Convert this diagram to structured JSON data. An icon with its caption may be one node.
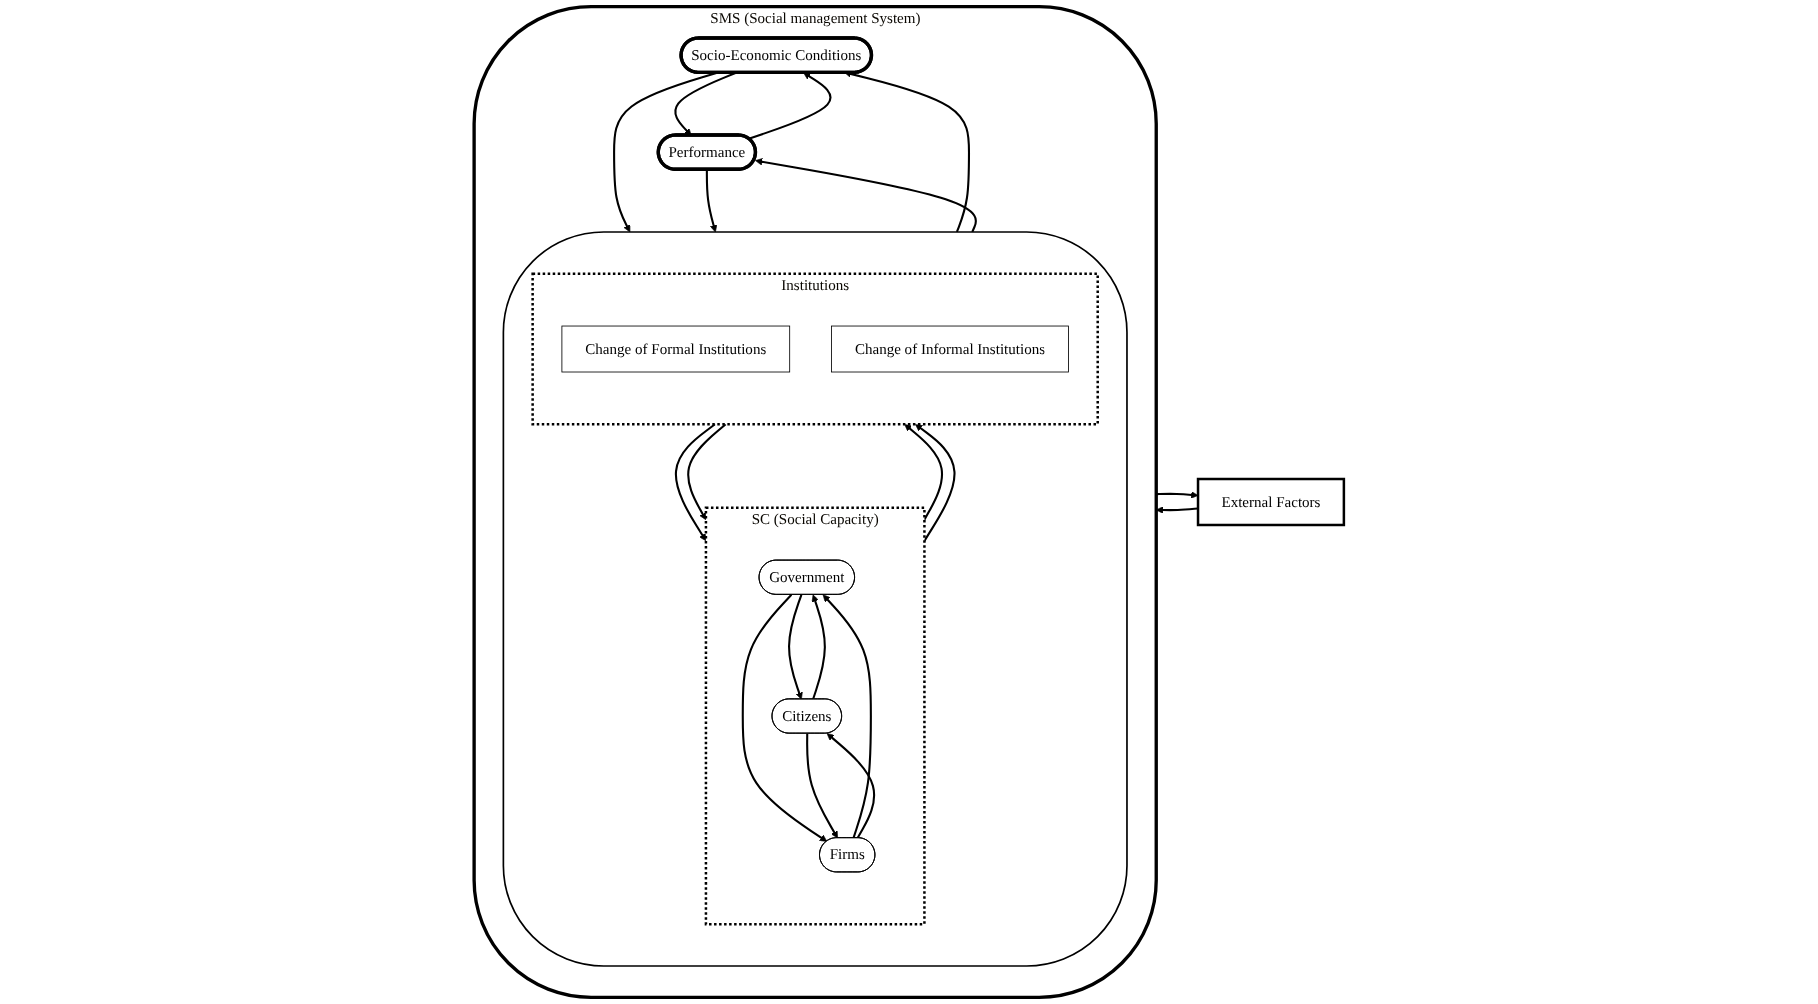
{
  "diagram": {
    "nodes": [
      {
        "text": [
          "External Factors"
        ]
      },
      {
        "text": [
          "SMS (Social management System)"
        ]
      },
      {
        "text": [],
        "shape": "ellipse",
        "in": 1
      },
      {
        "text": [
          "SC (Social Capacity)"
        ],
        "in": 2
      },
      {
        "text": [
          "Government"
        ],
        "in": 3
      },
      {
        "text": [
          "Citizens"
        ],
        "in": 3
      },
      {
        "text": [
          "Firms"
        ],
        "in": 3
      },
      {
        "text": [
          "Institutions"
        ],
        "in": 2
      },
      {
        "text": [
          "Change of Formal Institutions"
        ],
        "in": 7
      },
      {
        "text": [
          "Change of Informal Institutions"
        ],
        "in": 7
      },
      {
        "text": [
          "Socio-Economic Conditions"
        ],
        "in": 1
      },
      {
        "text": [
          "Performance"
        ],
        "in": 1
      }
    ],
    "edges": [
      {
        "from": 1,
        "to": 0,
        "arrow": "to"
      },
      {
        "from": 0,
        "to": 1,
        "arrow": "to"
      },
      {
        "from": 7,
        "to": 3,
        "arrow": "to"
      },
      {
        "from": 3,
        "to": 7,
        "arrow": "to"
      },
      {
        "from": 7,
        "to": 3,
        "arrow": "to"
      },
      {
        "from": 3,
        "to": 7,
        "arrow": "to"
      },
      {
        "from": 5,
        "to": 4,
        "arrow": "to"
      },
      {
        "from": 4,
        "to": 5,
        "arrow": "to"
      },
      {
        "from": 6,
        "to": 4,
        "arrow": "to"
      },
      {
        "from": 4,
        "to": 6,
        "arrow": "to"
      },
      {
        "from": 5,
        "to": 6,
        "arrow": "to"
      },
      {
        "from": 6,
        "to": 5,
        "arrow": "to"
      },
      {
        "from": 2,
        "to": 10,
        "arrow": "to"
      },
      {
        "from": 10,
        "to": 2,
        "arrow": "to"
      },
      {
        "from": 11,
        "to": 2,
        "arrow": "to"
      },
      {
        "from": 2,
        "to": 11,
        "arrow": "to"
      },
      {
        "from": 10,
        "to": 11,
        "arrow": "to"
      },
      {
        "from": 11,
        "to": 10,
        "arrow": "to"
      }
    ]
  }
}
